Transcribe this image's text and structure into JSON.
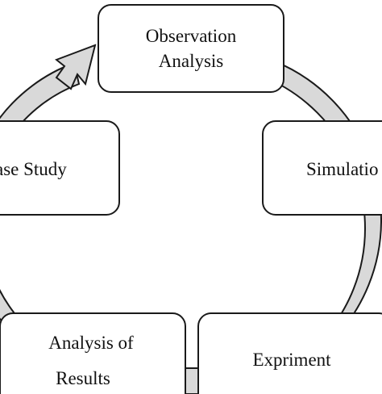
{
  "diagram": {
    "nodes": {
      "observation": {
        "line1": "Observation",
        "line2": "Analysis"
      },
      "case_study": {
        "label": "ase Study"
      },
      "simulation": {
        "label": "Simulatio"
      },
      "analysis_results": {
        "line1": "Analysis of",
        "line2": "Results"
      },
      "experiment": {
        "label": "Expriment"
      }
    },
    "colors": {
      "ring_fill": "#d9d9d9",
      "stroke": "#1a1a1a",
      "box_fill": "#ffffff"
    }
  }
}
